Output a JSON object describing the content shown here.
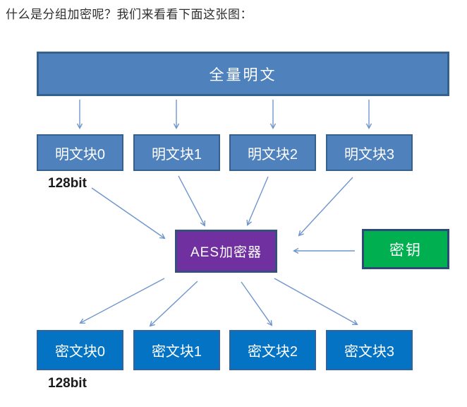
{
  "title": "什么是分组加密呢？我们来看看下面这张图：",
  "diagram": {
    "full_plaintext": "全量明文",
    "plaintext_blocks": [
      "明文块0",
      "明文块1",
      "明文块2",
      "明文块3"
    ],
    "plaintext_bits": "128bit",
    "aes_label": "AES加密器",
    "key_label": "密钥",
    "ciphertext_blocks": [
      "密文块0",
      "密文块1",
      "密文块2",
      "密文块3"
    ],
    "ciphertext_bits": "128bit",
    "colors": {
      "plaintext_fill": "#4f81bd",
      "plaintext_border": "#35618f",
      "ciphertext_fill": "#0473c4",
      "ciphertext_border": "#31649f",
      "aes_fill": "#7030a0",
      "key_fill": "#00b050",
      "arrow": "#6f96cc",
      "text_on_box": "#ffffff",
      "title_text": "#2e2e2e"
    }
  }
}
